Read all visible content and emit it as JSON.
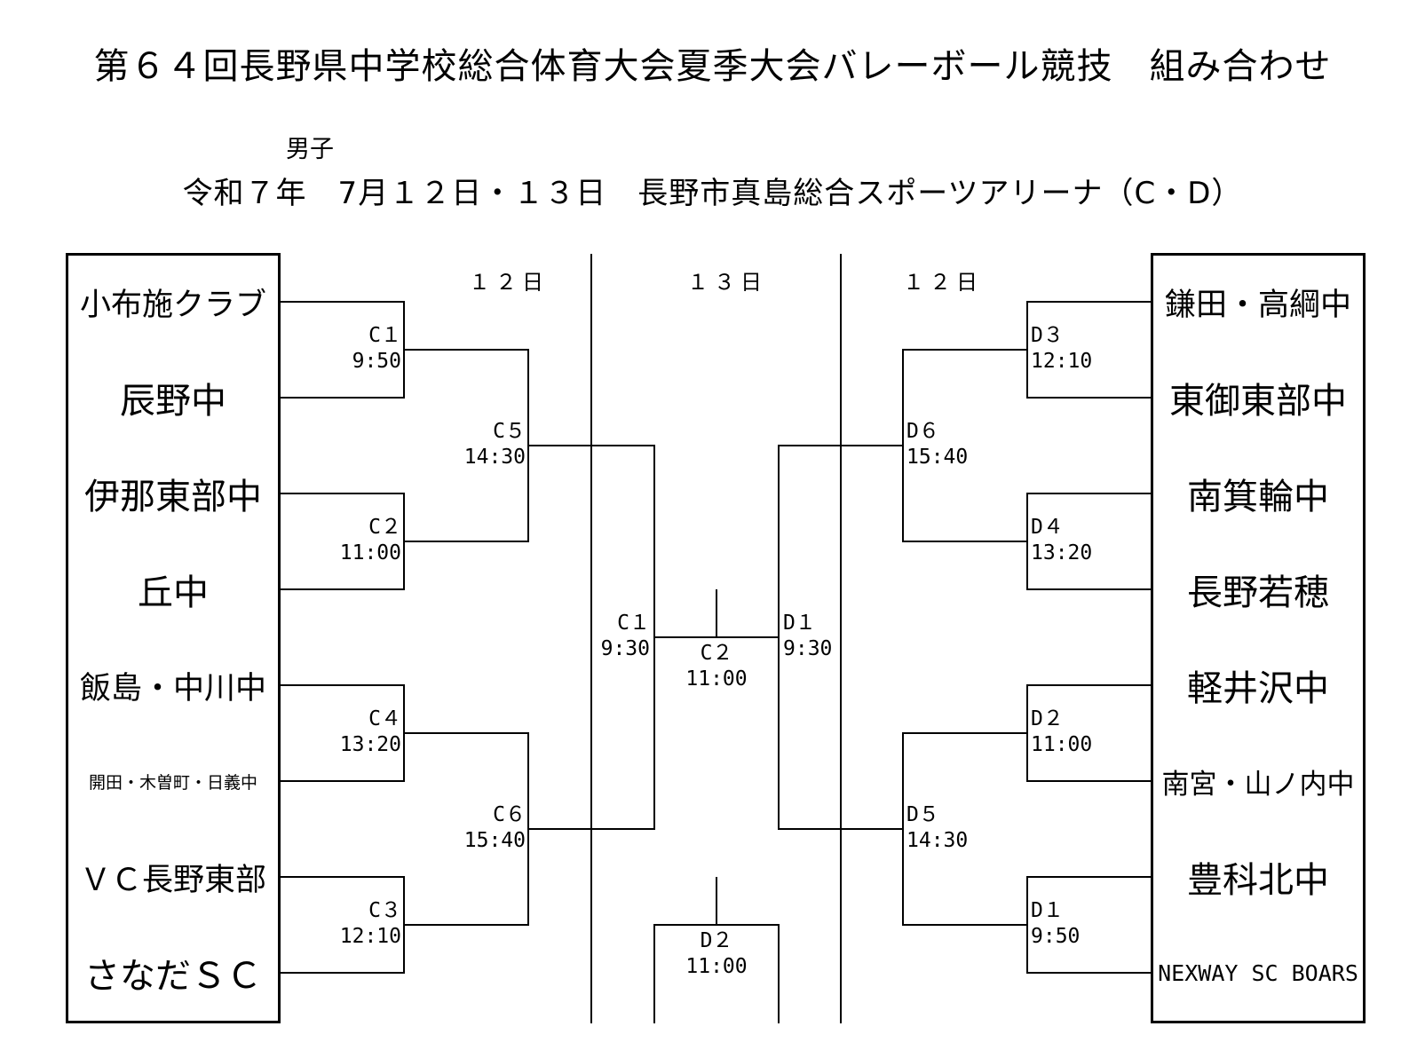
{
  "header": {
    "title": "第６４回長野県中学校総合体育大会夏季大会バレーボール競技　組み合わせ",
    "gender": "男子",
    "subtitle": "令和７年　7月１２日・１３日　長野市真島総合スポーツアリーナ（C・D）"
  },
  "days": {
    "left": "１２日",
    "center": "１３日",
    "right": "１２日"
  },
  "left_teams": [
    "小布施クラブ",
    "辰野中",
    "伊那東部中",
    "丘中",
    "飯島・中川中",
    "開田・木曽町・日義中",
    "ＶＣ長野東部",
    "さなだＳＣ"
  ],
  "right_teams": [
    "鎌田・高綱中",
    "東御東部中",
    "南箕輪中",
    "長野若穂",
    "軽井沢中",
    "南宮・山ノ内中",
    "豊科北中",
    "NEXWAY SC BOARS"
  ],
  "matches": {
    "c1a": {
      "code": "C１",
      "time": "9:50"
    },
    "c2a": {
      "code": "C２",
      "time": "11:00"
    },
    "c4": {
      "code": "C４",
      "time": "13:20"
    },
    "c3": {
      "code": "C３",
      "time": "12:10"
    },
    "c5": {
      "code": "C５",
      "time": "14:30"
    },
    "c6": {
      "code": "C６",
      "time": "15:40"
    },
    "c1b": {
      "code": "C１",
      "time": "9:30"
    },
    "c2b": {
      "code": "C２",
      "time": "11:00"
    },
    "d1b": {
      "code": "D１",
      "time": "9:30"
    },
    "d2b": {
      "code": "D２",
      "time": "11:00"
    },
    "d3": {
      "code": "D３",
      "time": "12:10"
    },
    "d4": {
      "code": "D４",
      "time": "13:20"
    },
    "d2a": {
      "code": "D２",
      "time": "11:00"
    },
    "d1a": {
      "code": "D１",
      "time": "9:50"
    },
    "d6": {
      "code": "D６",
      "time": "15:40"
    },
    "d5": {
      "code": "D５",
      "time": "14:30"
    }
  }
}
